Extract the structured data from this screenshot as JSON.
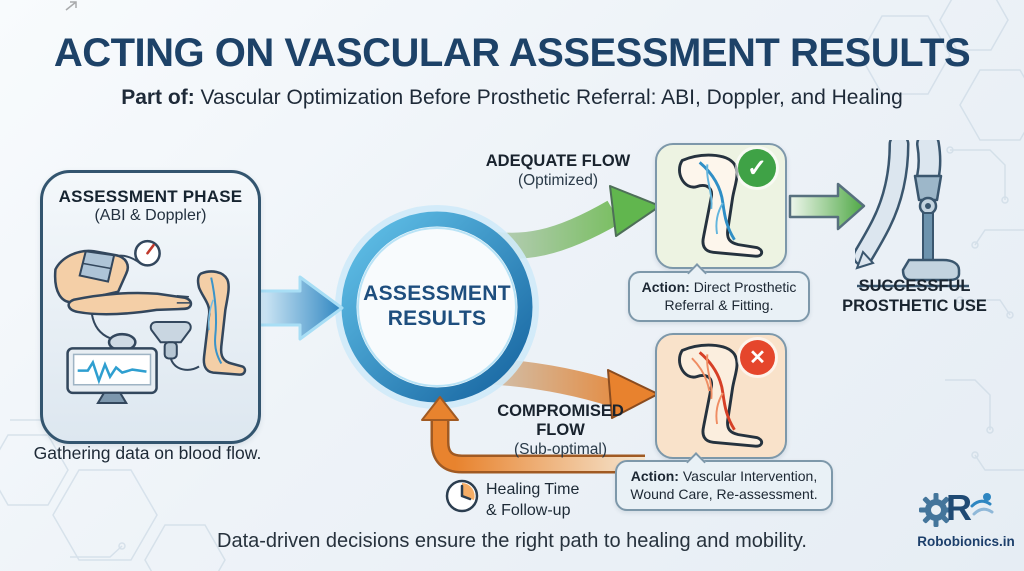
{
  "header": {
    "title": "ACTING ON VASCULAR ASSESSMENT RESULTS",
    "subtitle_prefix": "Part of:",
    "subtitle_rest": " Vascular Optimization Before Prosthetic Referral: ABI, Doppler, and Healing"
  },
  "assessment_phase": {
    "title": "ASSESSMENT PHASE",
    "subtitle": "(ABI & Doppler)",
    "caption": "Gathering data on blood flow."
  },
  "center_node": {
    "line1": "ASSESSMENT",
    "line2": "RESULTS"
  },
  "adequate_path": {
    "label": "ADEQUATE FLOW",
    "sublabel": "(Optimized)",
    "action_prefix": "Action:",
    "action_text": " Direct Prosthetic Referral & Fitting.",
    "outcome_line1": "SUCCESSFUL",
    "outcome_line2": "PROSTHETIC USE"
  },
  "compromised_path": {
    "label_line1": "COMPROMISED",
    "label_line2": "FLOW",
    "sublabel": "(Sub-optimal)",
    "action_prefix": "Action:",
    "action_text": " Vascular Intervention, Wound Care, Re-assessment.",
    "feedback_line1": "Healing Time",
    "feedback_line2": "& Follow-up"
  },
  "footer": {
    "caption": "Data-driven decisions ensure the right path to healing and mobility."
  },
  "brand": {
    "letter": "R",
    "name": "Robobionics.in"
  },
  "icons": {
    "check": "✓",
    "cross": "✕"
  },
  "colors": {
    "title_navy": "#1D4268",
    "flow_blue": "#2E86C1",
    "success_green": "#4CAF50",
    "warning_orange": "#E8832E",
    "error_red": "#E5462C"
  }
}
